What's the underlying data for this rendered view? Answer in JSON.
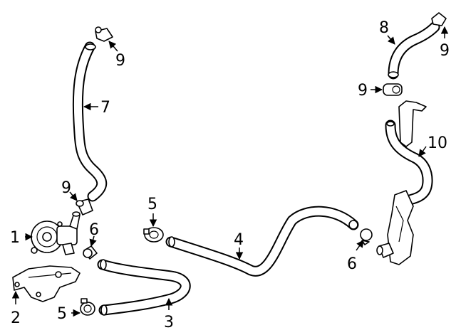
{
  "callouts": {
    "c1": "1",
    "c2": "2",
    "c3": "3",
    "c4": "4",
    "c5a": "5",
    "c5b": "5",
    "c6a": "6",
    "c6b": "6",
    "c7": "7",
    "c8": "8",
    "c9a": "9",
    "c9b": "9",
    "c9c": "9",
    "c9d": "9",
    "c10": "10"
  }
}
